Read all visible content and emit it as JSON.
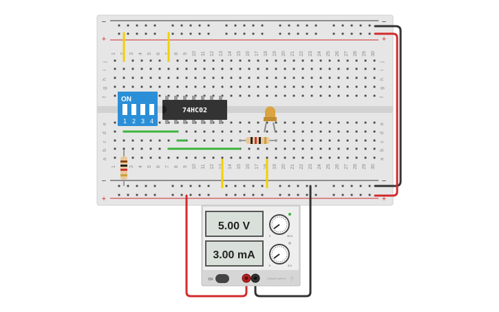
{
  "breadboard": {
    "rail_minus": "−",
    "rail_plus": "+",
    "columns": [
      "1",
      "2",
      "3",
      "4",
      "5",
      "6",
      "7",
      "8",
      "9",
      "10",
      "11",
      "12",
      "13",
      "14",
      "15",
      "16",
      "17",
      "18",
      "19",
      "20",
      "21",
      "22",
      "23",
      "24",
      "25",
      "26",
      "27",
      "28",
      "29",
      "30"
    ],
    "rows_top": [
      "j",
      "i",
      "h",
      "g",
      "f"
    ],
    "rows_bottom": [
      "e",
      "d",
      "c",
      "b",
      "a"
    ]
  },
  "components": {
    "dip_switch": {
      "label": "ON",
      "positions": [
        "1",
        "2",
        "3",
        "4"
      ]
    },
    "ic": {
      "label": "74HC02"
    },
    "led": {
      "color": "#d9a441"
    },
    "resistor": {
      "body_color": "#e8c79a"
    }
  },
  "power_supply": {
    "voltage_display": "5.00 V",
    "current_display": "3.00 mA",
    "off_label": "OX",
    "brand_label": "POWER SUPPLY",
    "knob_min_label": "0",
    "knob_max_voltage": "30.0",
    "knob_max_current": "5.0"
  },
  "colors": {
    "board": "#e6e6e6",
    "wire_red": "#d22b2b",
    "wire_black": "#333333",
    "wire_yellow": "#f2d100",
    "wire_green": "#3cb43c",
    "dip_blue": "#2b8fd8",
    "psu_body": "#d6d6d6",
    "lcd_bg": "#d9e0d9"
  }
}
